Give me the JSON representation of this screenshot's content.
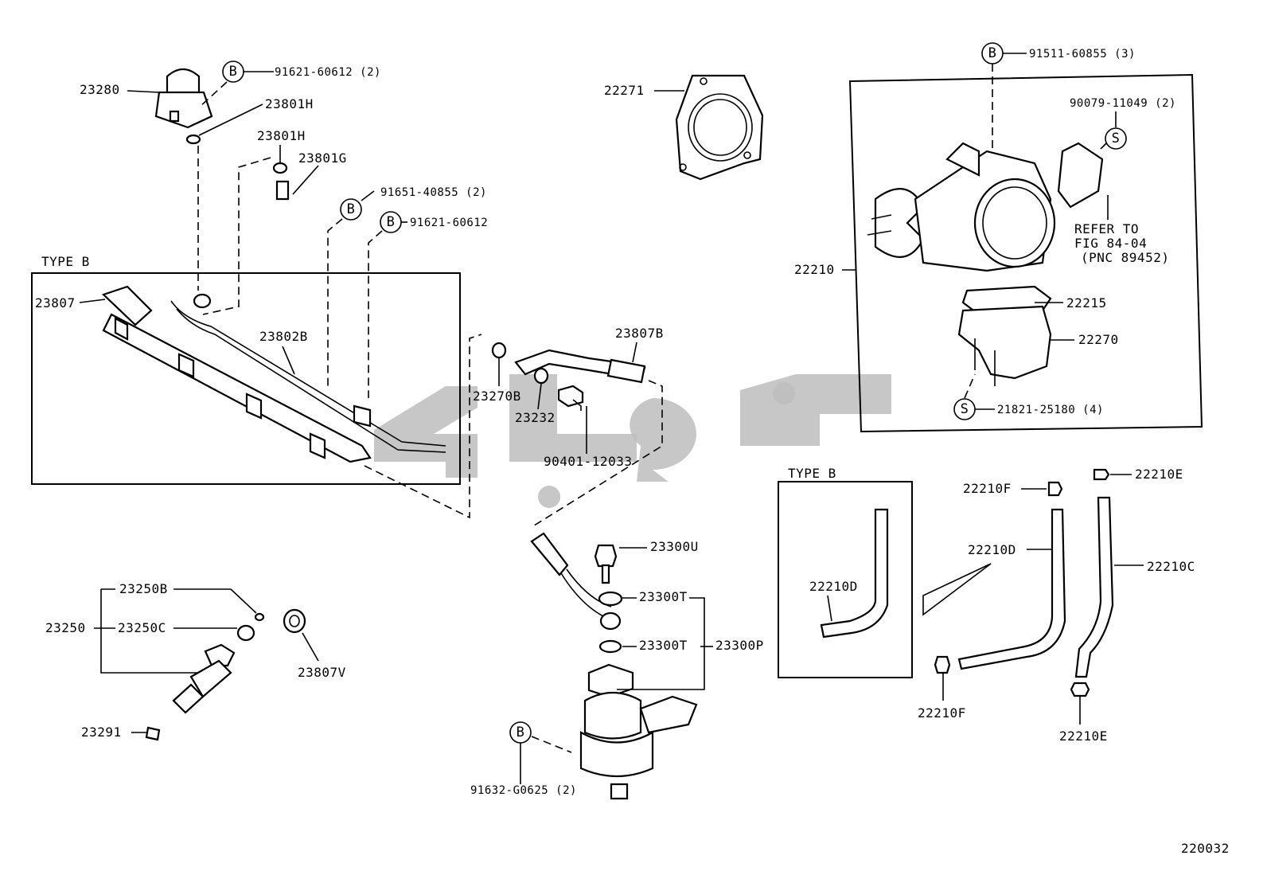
{
  "labels": {
    "p23280": "23280",
    "p23801H_a": "23801H",
    "p23801H_b": "23801H",
    "p23801G": "23801G",
    "b_91621_60612_2": "91621-60612 (2)",
    "b_91651_40855_2": "91651-40855 (2)",
    "b_91621_60612": "91621-60612",
    "typeB_left": "TYPE B",
    "p23807": "23807",
    "p23802B": "23802B",
    "p22271": "22271",
    "b_91511_60855_3": "91511-60855 (3)",
    "s_90079_11049_2": "90079-11049 (2)",
    "refer_1": "REFER TO",
    "refer_2": "FIG 84-04",
    "refer_3": "(PNC 89452)",
    "p22210": "22210",
    "p22215": "22215",
    "p22270": "22270",
    "s_21821_25180_4": "21821-25180 (4)",
    "p23807B": "23807B",
    "p23270B": "23270B",
    "p23232": "23232",
    "p90401_12033": "90401-12033",
    "p23300U": "23300U",
    "p23300T_a": "23300T",
    "p23300T_b": "23300T",
    "p23300P": "23300P",
    "b_91632_G0625_2": "91632-G0625 (2)",
    "p23250B": "23250B",
    "p23250": "23250",
    "p23250C": "23250C",
    "p23807V": "23807V",
    "p23291": "23291",
    "typeB_right": "TYPE B",
    "p22210D_a": "22210D",
    "p22210D_b": "22210D",
    "p22210F_a": "22210F",
    "p22210F_b": "22210F",
    "p22210E_a": "22210E",
    "p22210E_b": "22210E",
    "p22210C": "22210C",
    "figure_no": "220032"
  },
  "circle_letters": {
    "b": "B",
    "s": "S"
  },
  "colors": {
    "ink": "#000000",
    "watermark": "#bdbdbd",
    "background": "#ffffff"
  }
}
